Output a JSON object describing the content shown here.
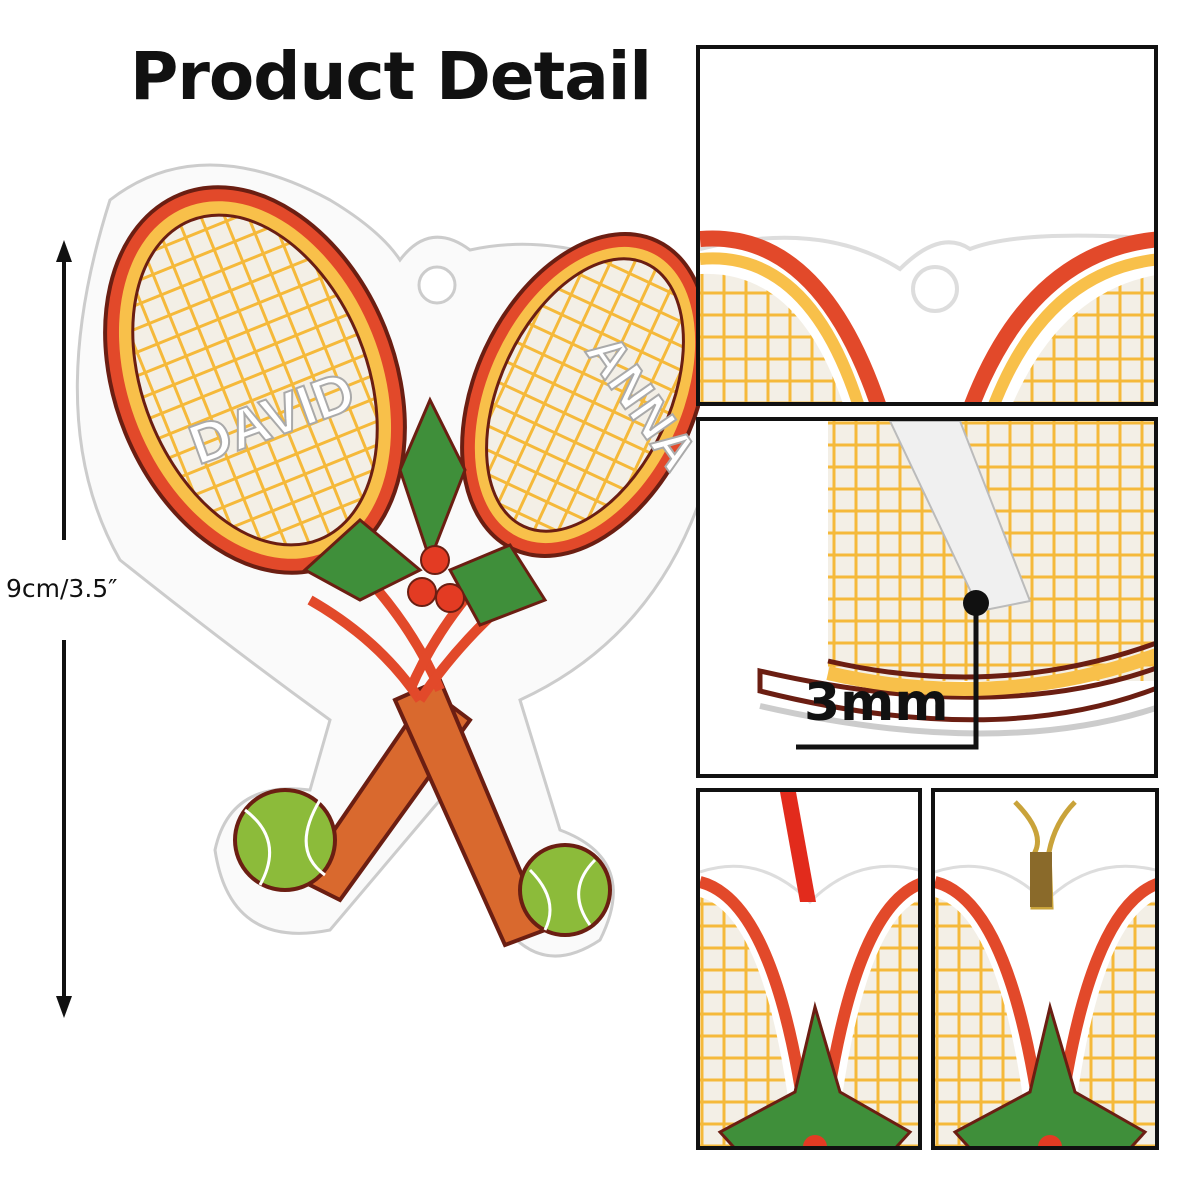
{
  "header": {
    "title": "Product Detail"
  },
  "dimension": {
    "label": "9cm/3.5″"
  },
  "ornament": {
    "name_left": "DAVID",
    "name_right": "ANNA"
  },
  "thickness": {
    "label": "3mm"
  },
  "colors": {
    "frame_red": "#e2492a",
    "frame_yellow": "#f8c04a",
    "strings": "#f5b93a",
    "handle": "#d9692e",
    "ball": "#8cbb3a",
    "holly": "#3f8f3a",
    "berry": "#e33b23",
    "outline": "#6b1e12"
  }
}
